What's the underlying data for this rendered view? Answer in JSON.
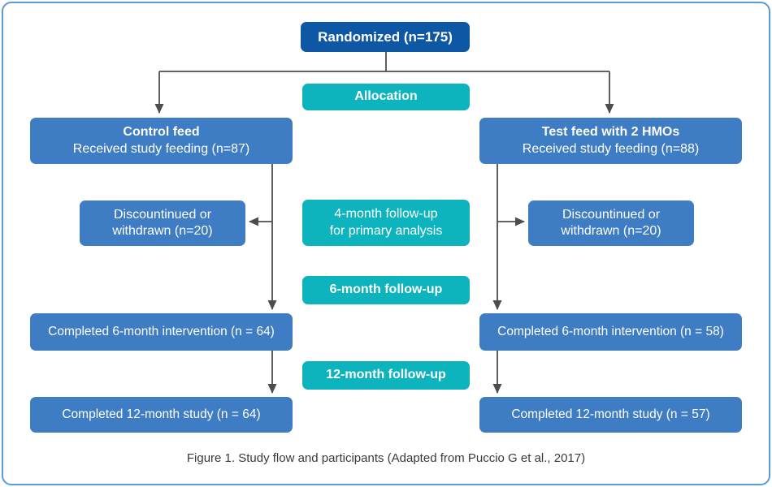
{
  "figure": {
    "caption": "Figure 1. Study flow and participants (Adapted from Puccio G et al., 2017)"
  },
  "colors": {
    "node_dark_blue": "#0d57a5",
    "node_blue": "#3e7cc4",
    "node_teal": "#0db3bd",
    "connector_gray": "#4d4d4d",
    "frame_border_blue": "#5b9bd5"
  },
  "nodes": {
    "randomized": {
      "label": "Randomized (n=175)"
    },
    "allocation": {
      "label": "Allocation"
    },
    "control_feed": {
      "line1": "Control feed",
      "line2": "Received study feeding (n=87)"
    },
    "test_feed": {
      "line1": "Test feed with 2 HMOs",
      "line2": "Received study feeding (n=88)"
    },
    "discontinued_left": {
      "line1": "Discountinued or",
      "line2": "withdrawn (n=20)"
    },
    "four_month": {
      "line1": "4-month follow-up",
      "line2": "for primary analysis"
    },
    "discontinued_right": {
      "line1": "Discountinued or",
      "line2": "withdrawn (n=20)"
    },
    "six_month": {
      "label": "6-month follow-up"
    },
    "completed6_left": {
      "label": "Completed 6-month intervention (n = 64)"
    },
    "completed6_right": {
      "label": "Completed 6-month intervention (n = 58)"
    },
    "twelve_month": {
      "label": "12-month follow-up"
    },
    "completed12_left": {
      "label": "Completed 12-month study (n = 64)"
    },
    "completed12_right": {
      "label": "Completed 12-month study (n = 57)"
    }
  }
}
